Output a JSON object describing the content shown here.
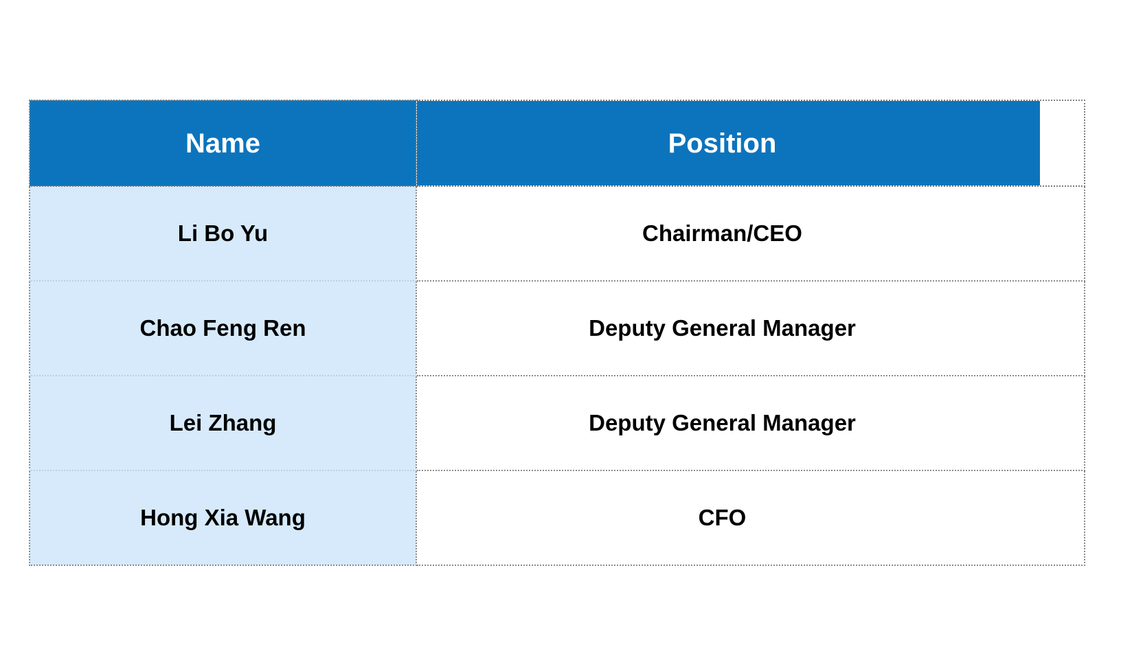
{
  "table": {
    "columns": [
      {
        "key": "name",
        "header": "Name"
      },
      {
        "key": "position",
        "header": "Position"
      }
    ],
    "rows": [
      {
        "name": "Li Bo Yu",
        "position": "Chairman/CEO"
      },
      {
        "name": "Chao Feng Ren",
        "position": "Deputy General Manager"
      },
      {
        "name": "Lei Zhang",
        "position": "Deputy General Manager"
      },
      {
        "name": "Hong Xia Wang",
        "position": "CFO"
      }
    ],
    "colors": {
      "header_background": "#0c74bd",
      "header_text": "#ffffff",
      "name_cell_background": "#d6eafb",
      "position_cell_background": "#ffffff",
      "body_text": "#000000",
      "border": "#808080"
    }
  }
}
